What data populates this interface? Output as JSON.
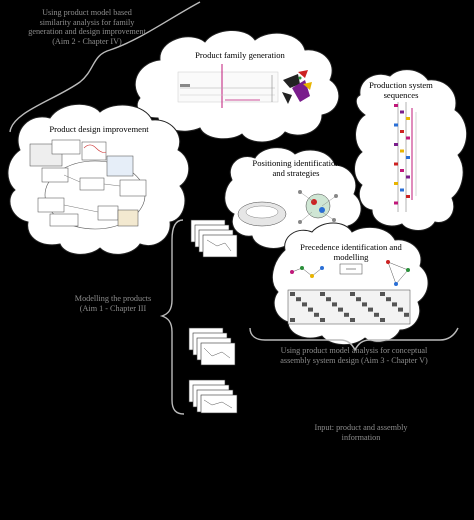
{
  "labels": {
    "aim2": "Using product model based similarity analysis for family generation and design improvement (Aim 2 - Chapter IV)",
    "aim1": "Modelling the products (Aim 1 - Chapter III",
    "aim3": "Using product model analysis for conceptual assembly system design (Aim 3 - Chapter V)",
    "input": "Input: product and assembly information"
  },
  "clouds": {
    "family": "Product family generation",
    "production": "Production system sequences",
    "design": "Product design improvement",
    "positioning": "Positioning identification and strategies",
    "precedence": "Precedence identification and modelling"
  },
  "colors": {
    "background": "#000000",
    "cloud": "#ffffff",
    "muted_text": "#8c8c8c"
  }
}
